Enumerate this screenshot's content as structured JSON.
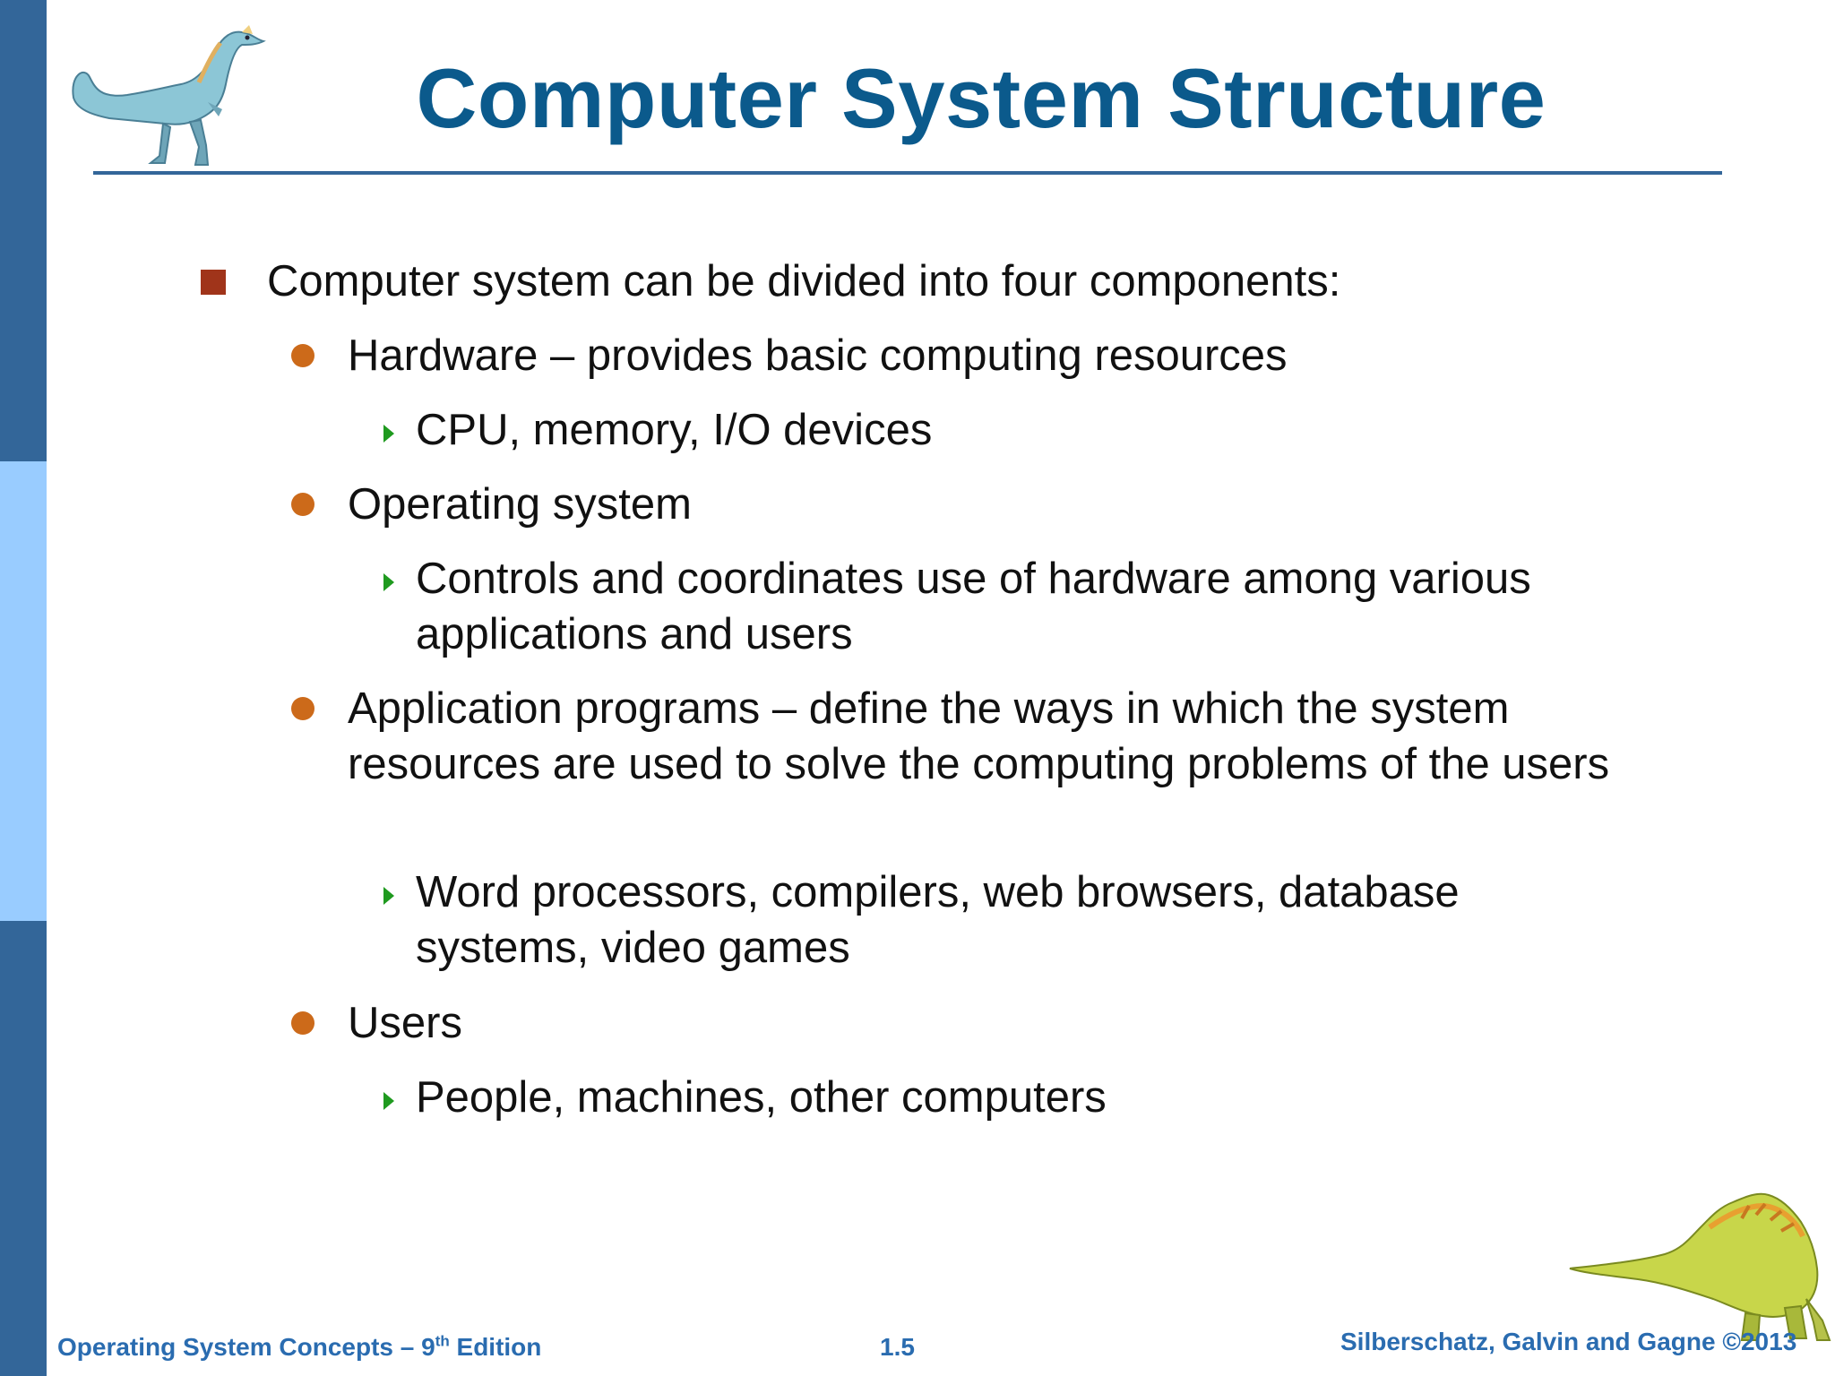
{
  "slide": {
    "title": "Computer System Structure",
    "bullets": [
      {
        "text": "Computer system can be divided into four components:",
        "items": [
          {
            "text": "Hardware – provides basic computing resources",
            "subitems": [
              "CPU, memory, I/O devices"
            ]
          },
          {
            "text": "Operating system",
            "subitems": [
              "Controls and coordinates use of hardware among various applications and users"
            ]
          },
          {
            "text": "Application programs – define the ways in which the system resources are used to solve the computing problems of the users",
            "subitems": [
              "Word processors, compilers, web browsers, database systems, video games"
            ]
          },
          {
            "text": "Users",
            "subitems": [
              "People, machines, other computers"
            ]
          }
        ]
      }
    ]
  },
  "footer": {
    "book_prefix": "Operating System Concepts – 9",
    "book_sup": "th",
    "book_suffix": " Edition",
    "page_number": "1.5",
    "copyright": "Silberschatz, Galvin and Gagne ©2013"
  },
  "icons": {
    "top_left": "dinosaur-icon",
    "bottom_right": "dinosaur-icon"
  },
  "colors": {
    "title": "#0b5a8c",
    "sidebar_dark": "#336699",
    "sidebar_light": "#99ccff",
    "bullet_square": "#a0341a",
    "bullet_dot": "#cc6a1a",
    "bullet_triangle": "#1f9a1f",
    "footer_text": "#2a6cb0"
  }
}
